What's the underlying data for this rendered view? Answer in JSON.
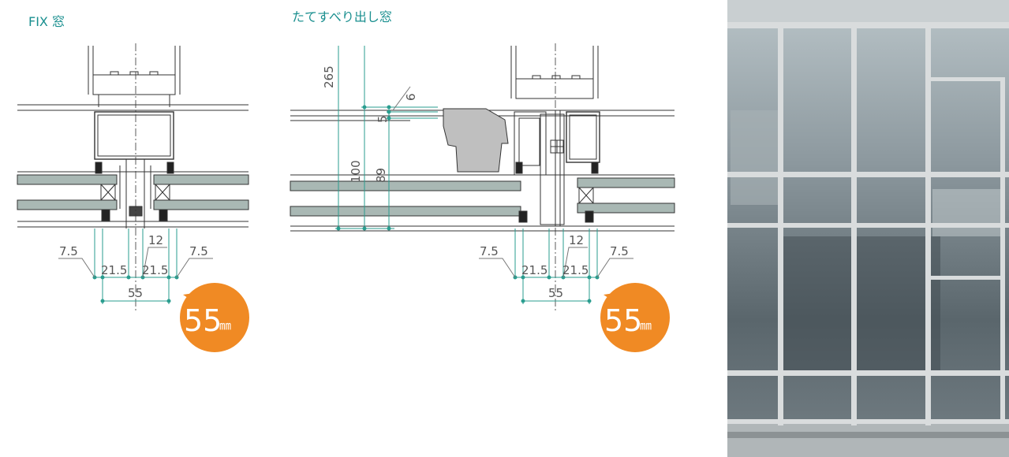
{
  "fix": {
    "title": "FIX 窓",
    "dims": {
      "d75a": "7.5",
      "d12": "12",
      "d75b": "7.5",
      "d215a": "21.5",
      "d215b": "21.5",
      "d55": "55"
    },
    "badge": {
      "value": "55",
      "unit": "㎜"
    }
  },
  "slide": {
    "title": "たてすべり出し窓",
    "dims": {
      "d265": "265",
      "d6": "6",
      "d5": "5",
      "d100": "100",
      "d89": "89",
      "d75a": "7.5",
      "d12": "12",
      "d75b": "7.5",
      "d215a": "21.5",
      "d215b": "21.5",
      "d55": "55"
    },
    "badge": {
      "value": "55",
      "unit": "㎜"
    }
  },
  "colors": {
    "title": "#1a8f8f",
    "dimension": "#2a9d8f",
    "badge": "#f08a24",
    "line": "#333333"
  }
}
